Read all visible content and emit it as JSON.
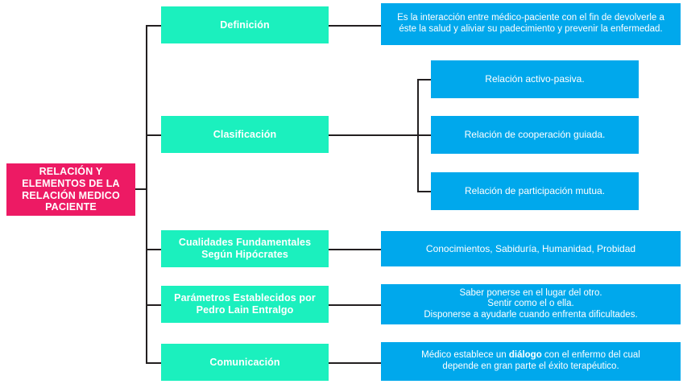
{
  "diagram": {
    "type": "tree-mindmap",
    "title_node": {
      "label": "RELACIÓN Y ELEMENTOS DE LA RELACIÓN MEDICO PACIENTE",
      "lines": [
        "RELACIÓN Y",
        "ELEMENTOS DE LA",
        "RELACIÓN MEDICO",
        "PACIENTE"
      ],
      "color": "#ED1A64"
    },
    "colors": {
      "root": "#ED1A64",
      "branch": "#1BF0BE",
      "leaf": "#00A8EC",
      "connector": "#231f20",
      "text": "#FFFFFF",
      "background": "#FFFFFF"
    },
    "branches": [
      {
        "id": "definicion",
        "label": "Definición",
        "leaves": [
          {
            "id": "definicion-texto",
            "lines": [
              "Es la interacción entre médico-paciente con el fin de devolverle a",
              "éste la salud y aliviar su padecimiento y prevenir la enfermedad."
            ]
          }
        ]
      },
      {
        "id": "clasificacion",
        "label": "Clasificación",
        "leaves": [
          {
            "id": "clasificacion-1",
            "lines": [
              "Relación activo-pasiva."
            ]
          },
          {
            "id": "clasificacion-2",
            "lines": [
              "Relación de cooperación guiada."
            ]
          },
          {
            "id": "clasificacion-3",
            "lines": [
              "Relación de participación mutua."
            ]
          }
        ]
      },
      {
        "id": "cualidades",
        "label": "Cualidades Fundamentales Según Hipócrates",
        "lines": [
          "Cualidades Fundamentales",
          "Según Hipócrates"
        ],
        "leaves": [
          {
            "id": "cualidades-texto",
            "lines": [
              "Conocimientos, Sabiduría, Humanidad, Probidad"
            ]
          }
        ]
      },
      {
        "id": "parametros",
        "label": "Parámetros Establecidos por Pedro Lain Entralgo",
        "lines": [
          "Parámetros Establecidos por",
          "Pedro Lain Entralgo"
        ],
        "leaves": [
          {
            "id": "parametros-texto",
            "lines": [
              "Saber ponerse en el lugar del otro.",
              "Sentir como el o ella.",
              "Disponerse a ayudarle cuando enfrenta dificultades."
            ]
          }
        ]
      },
      {
        "id": "comunicacion",
        "label": "Comunicación",
        "leaves": [
          {
            "id": "comunicacion-texto",
            "lines_html": [
              "Médico establece un <b>diálogo</b> con el enfermo del cual",
              "depende en gran parte el éxito terapéutico."
            ]
          }
        ]
      }
    ]
  }
}
